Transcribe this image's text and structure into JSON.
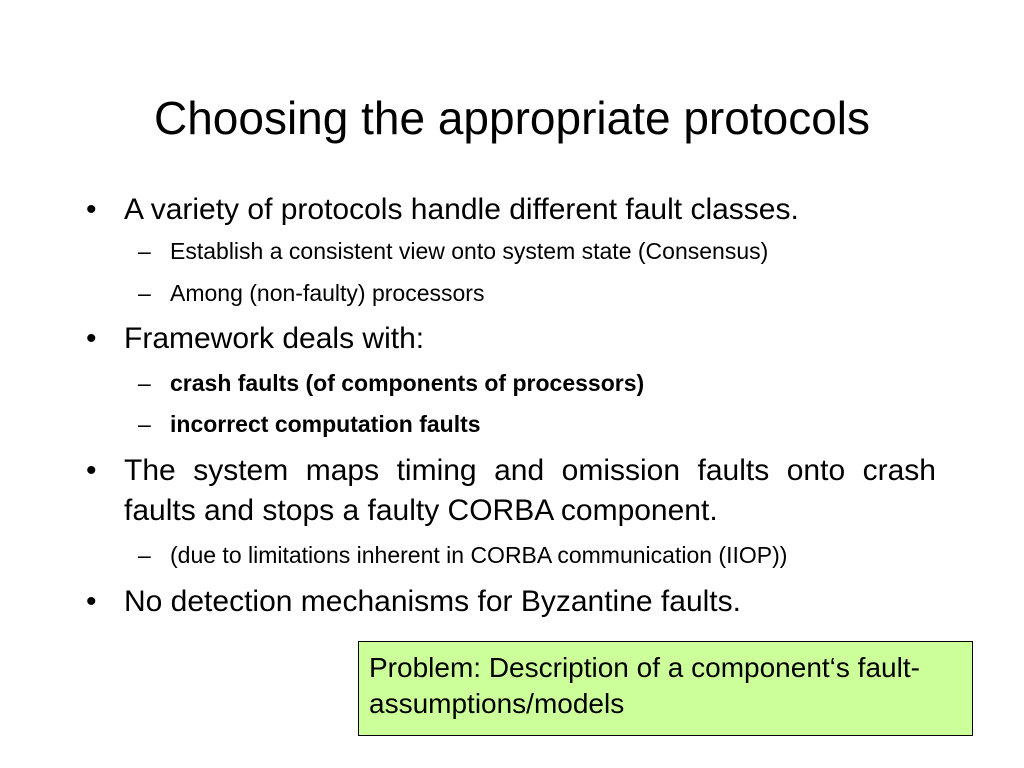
{
  "slide": {
    "title": "Choosing the appropriate protocols",
    "bullet_glyph": "•",
    "dash_glyph": "–",
    "bullets": [
      {
        "text": "A variety of protocols handle different fault classes.",
        "subs": [
          "Establish a consistent view onto system state (Consensus)",
          "Among (non-faulty) processors"
        ]
      },
      {
        "text": "Framework deals with:",
        "subs": [
          "crash faults (of components of processors)",
          "incorrect computation faults"
        ]
      },
      {
        "text": "The system maps timing and omission faults onto crash faults and stops a faulty CORBA component.",
        "subs": [
          "(due to limitations inherent in CORBA communication (IIOP))"
        ]
      },
      {
        "text": "No detection mechanisms for Byzantine faults.",
        "subs": []
      }
    ],
    "callout": {
      "text": "Problem: Description of a component‘s fault-assumptions/models",
      "background": "#ccff99"
    }
  }
}
